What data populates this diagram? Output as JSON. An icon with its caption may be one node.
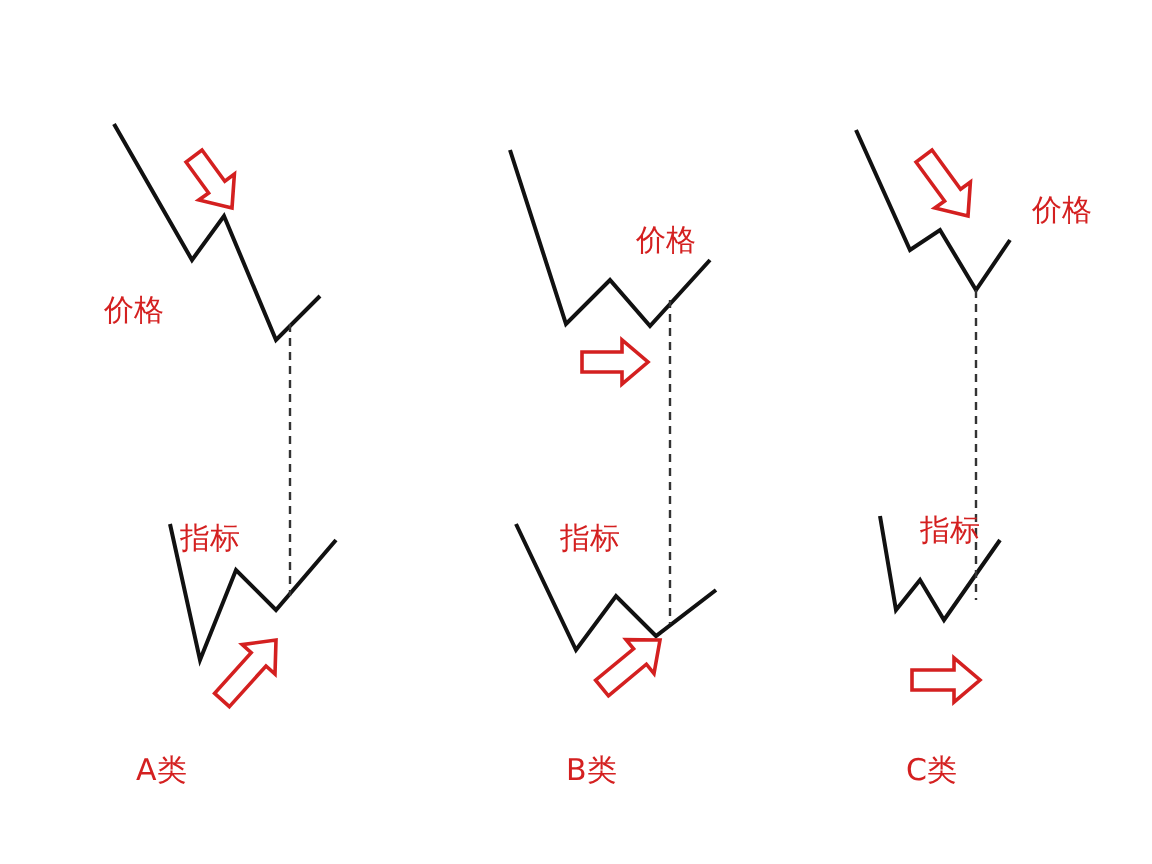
{
  "diagram": {
    "labels": [
      "价格",
      "价格",
      "价格",
      "指标",
      "指标",
      "指标",
      "A类",
      "B类",
      "C类"
    ]
  }
}
